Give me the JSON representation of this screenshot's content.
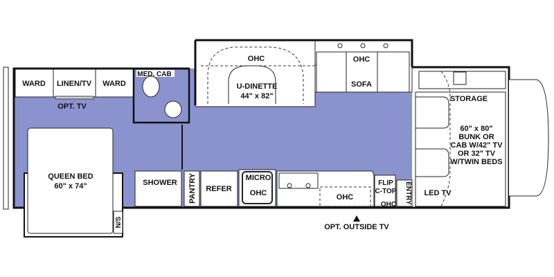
{
  "colors": {
    "floor": "#8b93cf",
    "wall": "#111111",
    "furniture": "#ffffff"
  },
  "labels": {
    "ward_left": "WARD",
    "linen_tv": "LINEN/TV",
    "ward_right": "WARD",
    "opt_tv": "OPT. TV",
    "med_cab": "MED. CAB",
    "queen_bed": "QUEEN BED",
    "queen_bed_size": "60\" x 74\"",
    "ns": "N/S",
    "shower": "SHOWER",
    "pantry": "PANTRY",
    "refer": "REFER",
    "micro": "MICRO",
    "micro_ohc": "OHC",
    "dinette_ohc": "OHC",
    "u_dinette": "U-DINETTE",
    "u_dinette_size": "44\" x 82\"",
    "sofa_ohc": "OHC",
    "sofa": "SOFA",
    "kitchen_ohc": "OHC",
    "flip": "FLIP",
    "c_top": "C-TOP",
    "entry": "ENTRY",
    "entry_ohc": "OHC",
    "storage": "STORAGE",
    "bunk_lines": [
      "60\" x 80\"",
      "BUNK OR",
      "CAB W/42\" TV",
      "OR 32\" TV",
      "W/TWIN BEDS"
    ],
    "led_tv": "LED TV",
    "opt_outside_tv": "OPT. OUTSIDE TV"
  }
}
